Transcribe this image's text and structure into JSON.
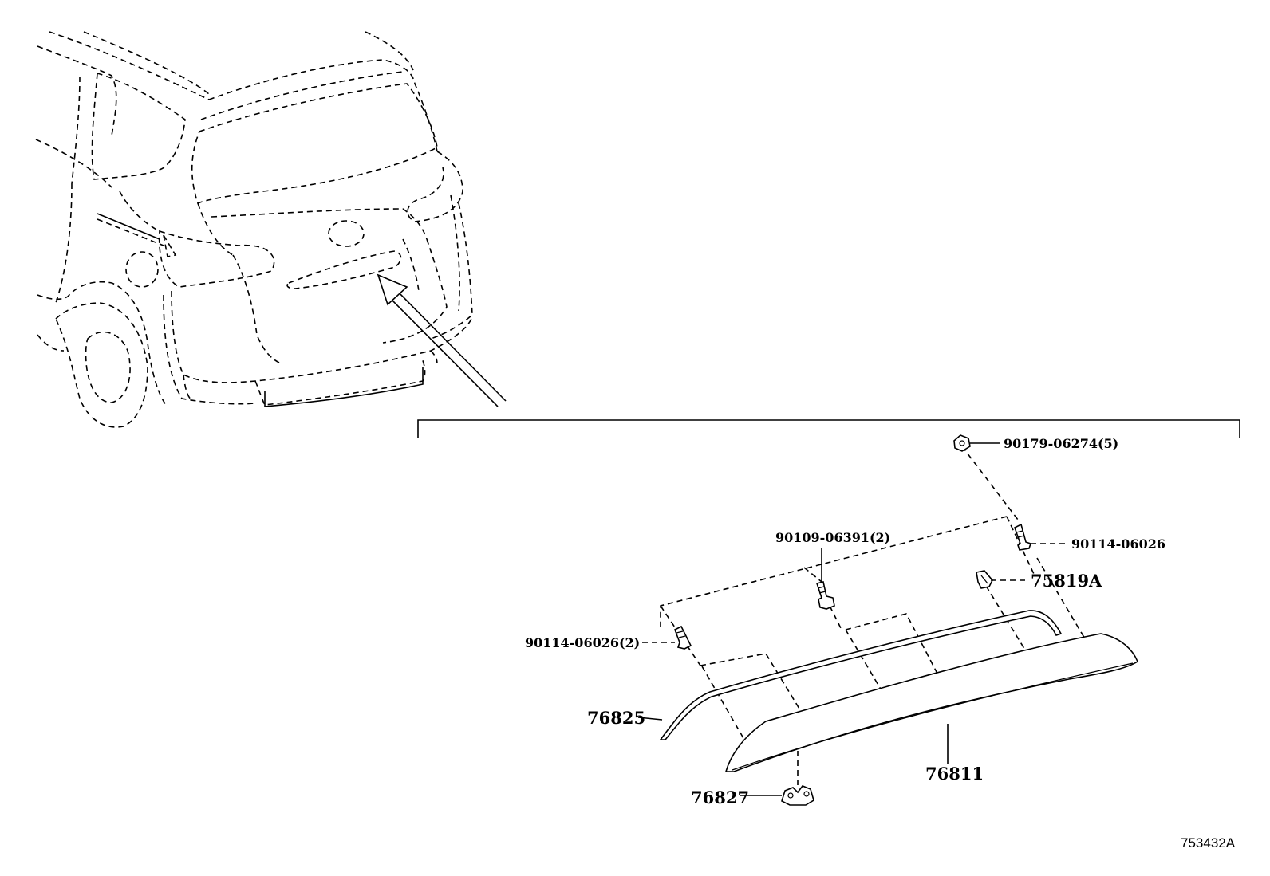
{
  "diagram": {
    "diagram_id": "753432A",
    "parts": [
      {
        "key": "p_90179",
        "label": "90179-06274(5)",
        "icon": "clip-icon"
      },
      {
        "key": "p_90114_a",
        "label": "90114-06026",
        "icon": "screw-icon"
      },
      {
        "key": "p_90109",
        "label": "90109-06391(2)",
        "icon": "bolt-icon"
      },
      {
        "key": "p_75819",
        "label": "75819A",
        "icon": "clip-icon"
      },
      {
        "key": "p_90114_b",
        "label": "90114-06026(2)",
        "icon": "screw-icon"
      },
      {
        "key": "p_76825",
        "label": "76825",
        "icon": "molding-strip-icon"
      },
      {
        "key": "p_76811",
        "label": "76811",
        "icon": "garnish-panel-icon"
      },
      {
        "key": "p_76827",
        "label": "76827",
        "icon": "bracket-icon"
      }
    ]
  }
}
